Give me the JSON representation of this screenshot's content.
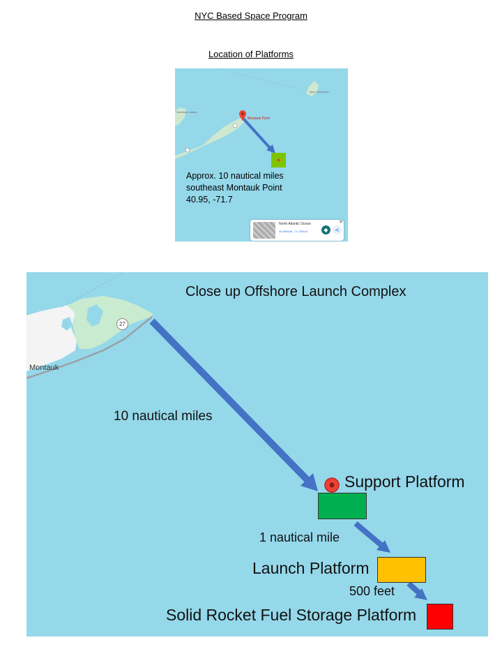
{
  "title": "NYC Based Space Program",
  "subtitle": "Location of Platforms",
  "small_map": {
    "label_lines": [
      "Approx. 10 nautical miles",
      "southeast Montauk Point",
      "40.95,  -71.7"
    ],
    "pin_label": "Montauk Point",
    "island_label_1": "Gardiners Island",
    "island_label_2": "New Shoreham",
    "info_card": {
      "title": "North Atlantic Ocean",
      "coords": "40.950938, -71.706142"
    },
    "colors": {
      "water": "#95d8ea",
      "land": "#cfe8d0",
      "arrow": "#4472c4",
      "marker": "#7dc400"
    }
  },
  "big_map": {
    "heading": "Close up Offshore Launch Complex",
    "distance_10nm": "10 nautical miles",
    "distance_1nm": "1 nautical mile",
    "distance_500ft": "500 feet",
    "town_label": "Montauk",
    "route_label": "27",
    "platforms": [
      {
        "name": "Support Platform",
        "color": "#00b050"
      },
      {
        "name": "Launch Platform",
        "color": "#ffc000"
      },
      {
        "name": "Solid Rocket Fuel Storage Platform",
        "color": "#ff0000"
      }
    ],
    "colors": {
      "water": "#95d8ea",
      "land": "#c9ebd0",
      "arrow": "#4472c4",
      "pin": "#ea4335"
    }
  }
}
